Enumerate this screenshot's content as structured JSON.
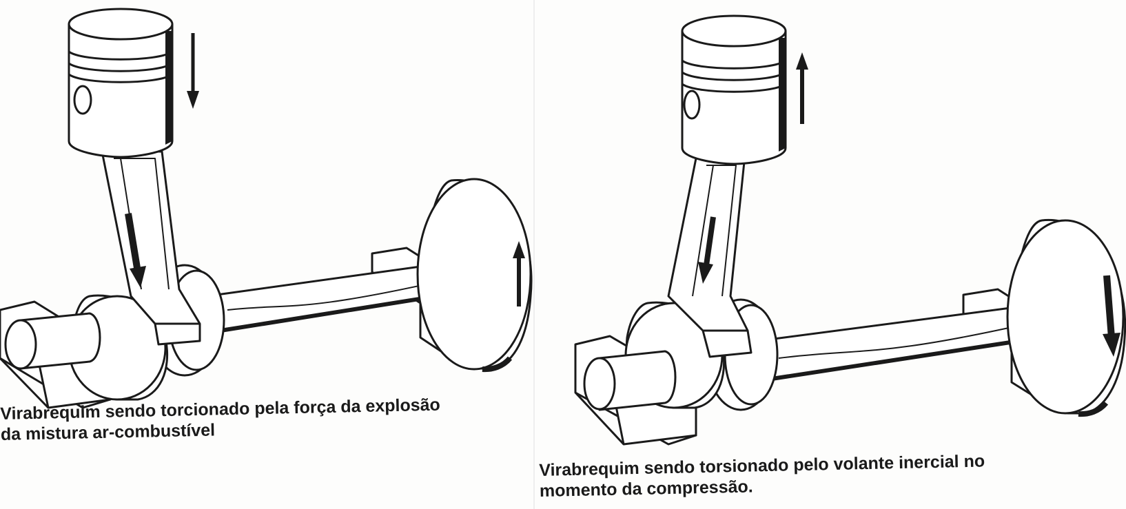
{
  "panels": [
    {
      "id": "explosion",
      "caption_line1": "Virabrequim sendo torcionado pela força da explosão",
      "caption_line2": "da mistura ar-combustível",
      "piston_motion": "down",
      "rod_force": "down",
      "flywheel_rotation": "up"
    },
    {
      "id": "compression",
      "caption_line1": "Virabrequim sendo torsionado pelo volante inercial no",
      "caption_line2": "momento da compressão.",
      "piston_motion": "up",
      "rod_force": "down",
      "flywheel_rotation": "down"
    }
  ],
  "colors": {
    "ink": "#1a1a1a",
    "paper": "#fdfdfc",
    "fill": "#ffffff"
  }
}
